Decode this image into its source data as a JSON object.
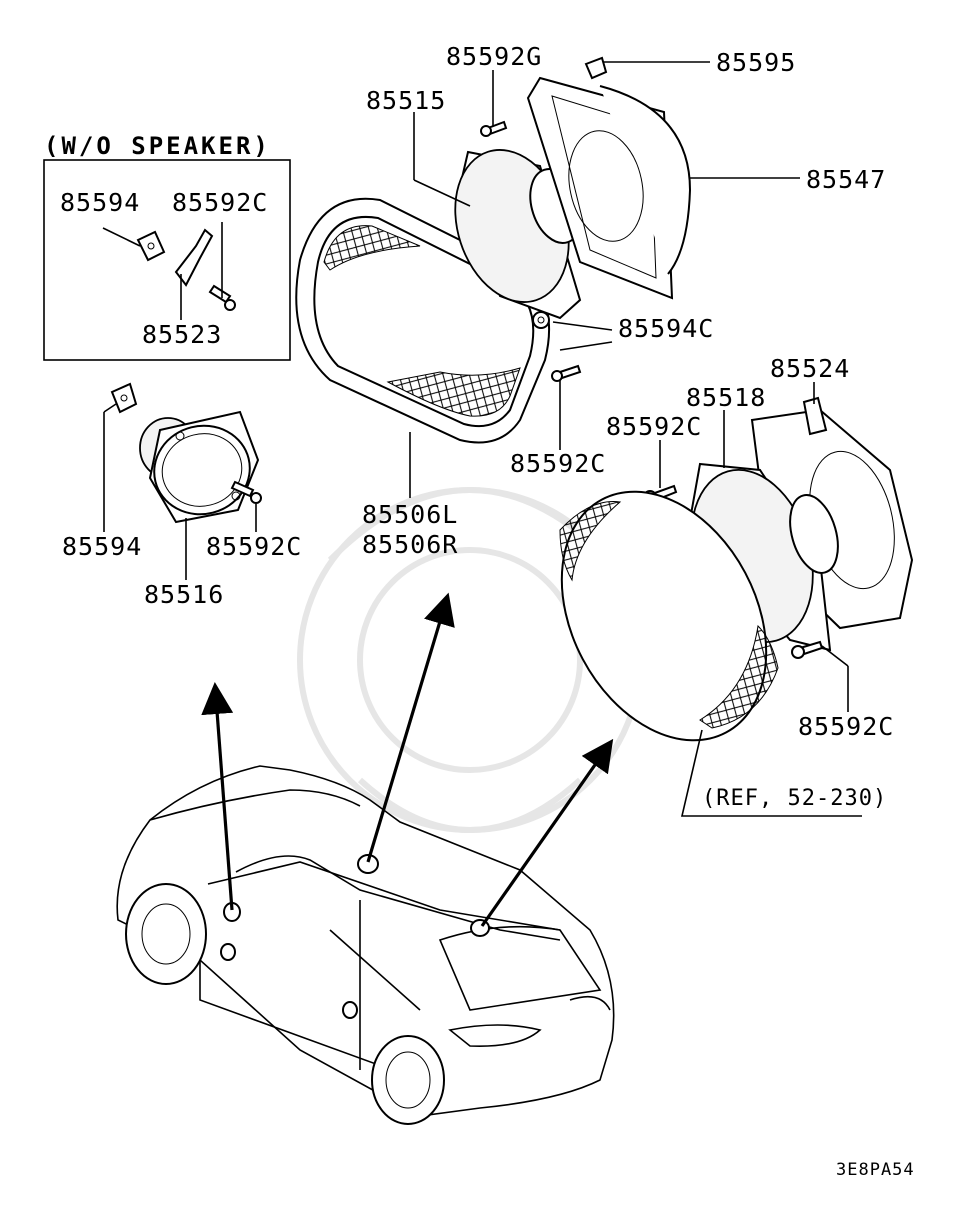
{
  "box": {
    "heading": "(W/O SPEAKER)"
  },
  "labels": {
    "p85592G": "85592G",
    "p85595": "85595",
    "p85515": "85515",
    "p85547": "85547",
    "p85594_box": "85594",
    "p85592C_box": "85592C",
    "p85523": "85523",
    "p85594C": "85594C",
    "p85524": "85524",
    "p85518": "85518",
    "p85592C_right": "85592C",
    "p85592C_mid": "85592C",
    "p85594_left": "85594",
    "p85592C_left": "85592C",
    "p85516": "85516",
    "p85506L": "85506L",
    "p85506R": "85506R",
    "p85592C_lower": "85592C",
    "ref": "(REF, 52-230)",
    "code": "3E8PA54"
  },
  "icons": [
    "mesh-grille-icon",
    "speaker-icon",
    "screw-icon",
    "clip-icon",
    "car-icon",
    "arrow-icon"
  ]
}
